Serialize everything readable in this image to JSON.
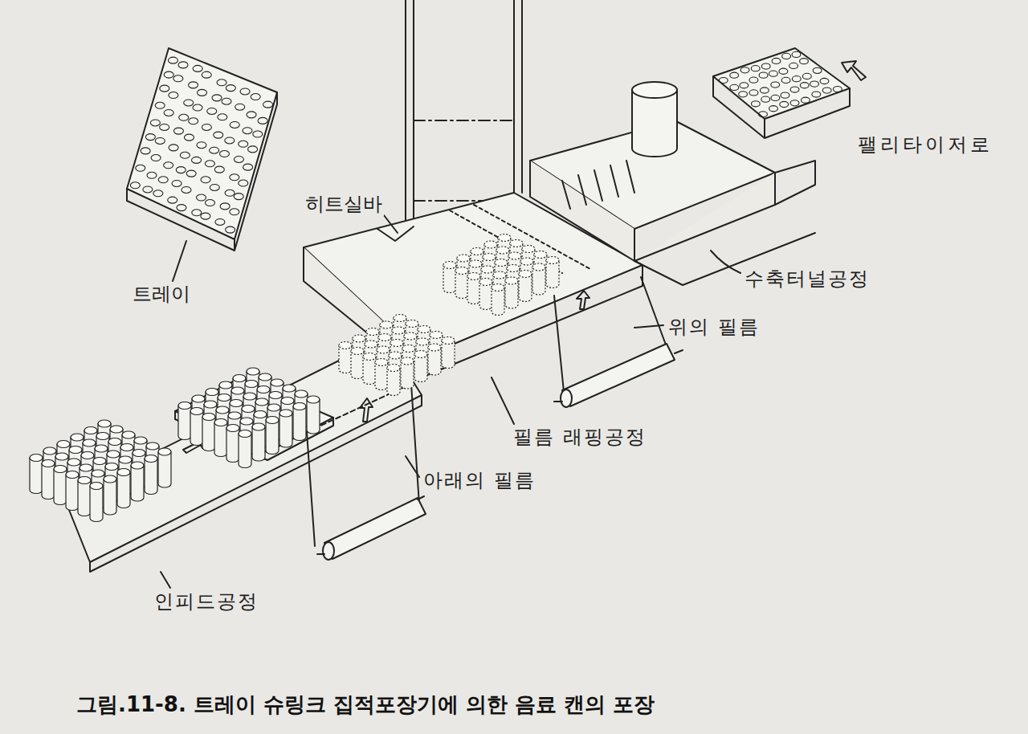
{
  "diagram": {
    "caption": "그림.11-8. 트레이 슈링크 집적포장기에 의한 음료 캔의 포장",
    "labels": [
      "트레이",
      "히트실바",
      "팰리타이저로",
      "수축터널공정",
      "위의 필름",
      "필름 래핑공정",
      "아래의 필름",
      "인피드공정"
    ]
  }
}
